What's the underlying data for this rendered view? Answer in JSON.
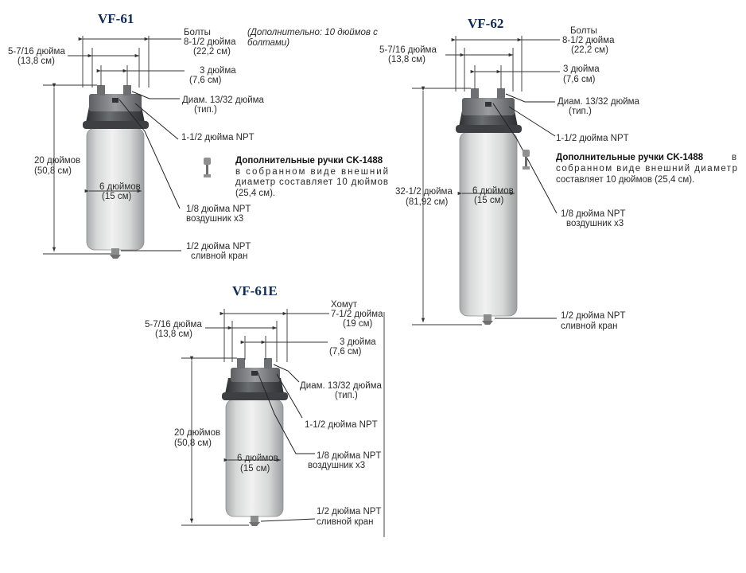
{
  "colors": {
    "title": "#0e2a58",
    "housing": "#d2d3d3",
    "cap": "#4a4c4f",
    "bracket": "#7b7d80",
    "line": "#333333"
  },
  "vf61": {
    "title": "VF-61",
    "bolts_title": "Болты",
    "bolts_value": "8-1/2 дюйма",
    "bolts_cm": "(22,2 см)",
    "optional_note_1": "(Дополнительно: 10 дюймов с",
    "optional_note_2": "болтами)",
    "width_value": "5-7/16 дюйма",
    "width_cm": "(13,8 см)",
    "spacing_value": "3 дюйма",
    "spacing_cm": "(7,6 см)",
    "hole_value": "Диам. 13/32 дюйма",
    "hole_note": "(тип.)",
    "inlet": "1-1/2 дюйма NPT",
    "handles_title": "Дополнительные ручки CK-1488",
    "handles_line1": "в собранном виде внешний",
    "handles_line2": "диаметр составляет 10 дюймов",
    "handles_line3": "(25,4 см).",
    "height_value": "20 дюймов",
    "height_cm": "(50,8 см)",
    "diameter_value": "6 дюймов",
    "diameter_cm": "(15 см)",
    "vent_value": "1/8 дюйма NPT",
    "vent_note": "воздушник х3",
    "drain_value": "1/2 дюйма NPT",
    "drain_note": "сливной кран"
  },
  "vf62": {
    "title": "VF-62",
    "bolts_title": "Болты",
    "bolts_value": "8-1/2 дюйма",
    "bolts_cm": "(22,2 см)",
    "width_value": "5-7/16 дюйма",
    "width_cm": "(13,8 см)",
    "spacing_value": "3 дюйма",
    "spacing_cm": "(7,6 см)",
    "hole_value": "Диам. 13/32 дюйма",
    "hole_note": "(тип.)",
    "inlet": "1-1/2 дюйма NPT",
    "handles_title": "Дополнительные ручки CK-1488",
    "handles_suffix": "в",
    "handles_line1": "собранном виде внешний диаметр",
    "handles_line2": "составляет 10 дюймов (25,4 см).",
    "height_value": "32-1/2 дюйма",
    "height_cm": "(81,92 см)",
    "diameter_value": "6 дюймов",
    "diameter_cm": "(15 см)",
    "vent_value": "1/8 дюйма NPT",
    "vent_note": "воздушник х3",
    "drain_value": "1/2 дюйма NPT",
    "drain_note": "сливной кран"
  },
  "vf61e": {
    "title": "VF-61E",
    "clamp_title": "Хомут",
    "clamp_value": "7-1/2 дюйма",
    "clamp_cm": "(19 см)",
    "width_value": "5-7/16 дюйма",
    "width_cm": "(13,8 см)",
    "spacing_value": "3 дюйма",
    "spacing_cm": "(7,6 см)",
    "hole_value": "Диам. 13/32 дюйма",
    "hole_note": "(тип.)",
    "inlet": "1-1/2 дюйма NPT",
    "height_value": "20 дюймов",
    "height_cm": "(50,8 см)",
    "diameter_value": "6 дюймов",
    "diameter_cm": "(15 см)",
    "vent_value": "1/8 дюйма NPT",
    "vent_note": "воздушник х3",
    "drain_value": "1/2 дюйма NPT",
    "drain_note": "сливной кран"
  }
}
